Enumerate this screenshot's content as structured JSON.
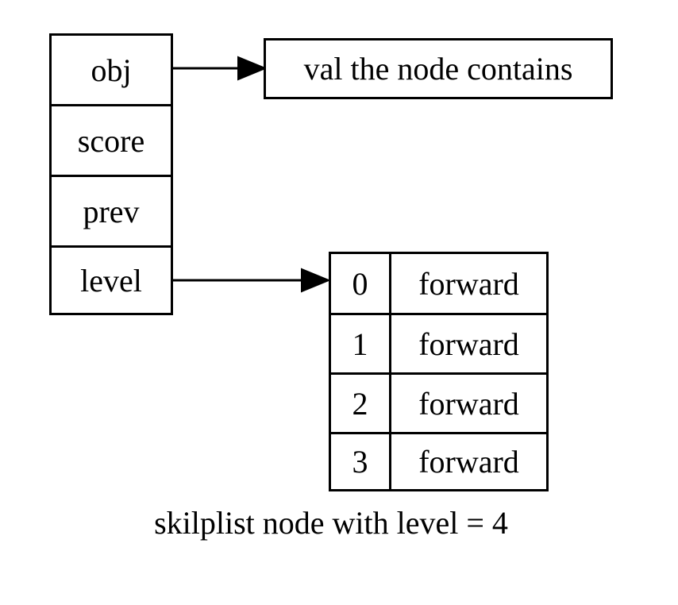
{
  "node_record": {
    "fields": [
      "obj",
      "score",
      "prev",
      "level"
    ]
  },
  "value_node": {
    "label": "val the node contains"
  },
  "level_array": {
    "rows": [
      {
        "index": "0",
        "label": "forward"
      },
      {
        "index": "1",
        "label": "forward"
      },
      {
        "index": "2",
        "label": "forward"
      },
      {
        "index": "3",
        "label": "forward"
      }
    ]
  },
  "caption": "skilplist node with level = 4",
  "edges": [
    {
      "from": "node_record.obj",
      "to": "value_node"
    },
    {
      "from": "node_record.level",
      "to": "level_array.0"
    }
  ]
}
